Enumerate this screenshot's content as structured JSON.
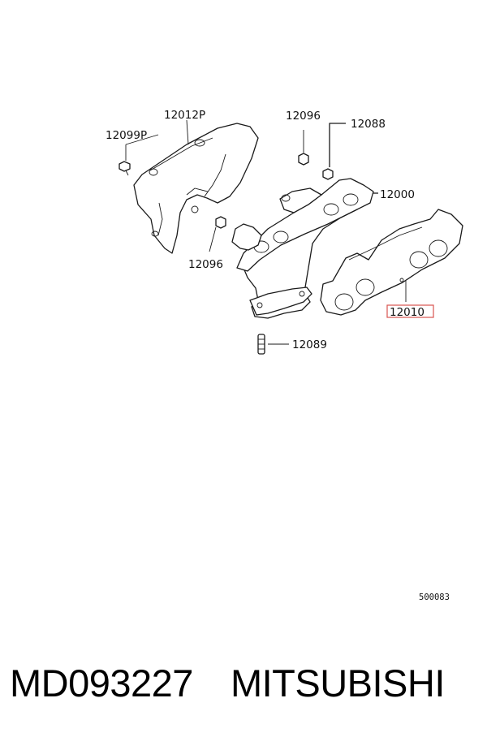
{
  "callouts": {
    "heat_shield": "12012P",
    "bolt_left": "12099P",
    "nut_top": "12096",
    "nut_right": "12088",
    "manifold": "12000",
    "nut_bottom": "12096",
    "gasket": "12010",
    "stud": "12089"
  },
  "diagram_id": "500083",
  "footer": {
    "part_number": "MD093227",
    "brand": "MITSUBISHI"
  },
  "colors": {
    "highlight": "#d9534f"
  }
}
